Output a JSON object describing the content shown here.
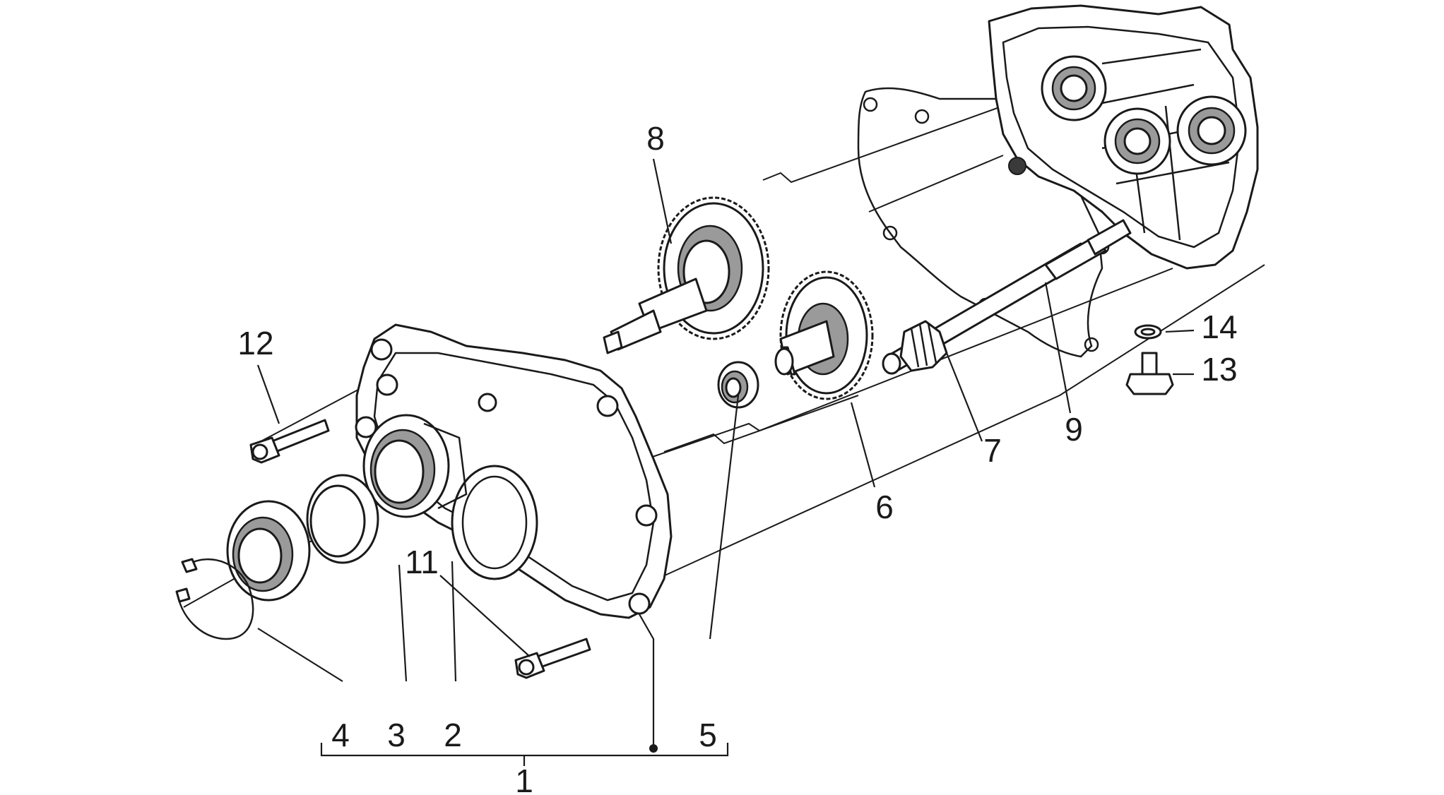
{
  "callouts": {
    "c1": "1",
    "c2": "2",
    "c3": "3",
    "c4": "4",
    "c5": "5",
    "c6": "6",
    "c7": "7",
    "c8": "8",
    "c9": "9",
    "c11": "11",
    "c12": "12",
    "c13": "13",
    "c14": "14"
  }
}
